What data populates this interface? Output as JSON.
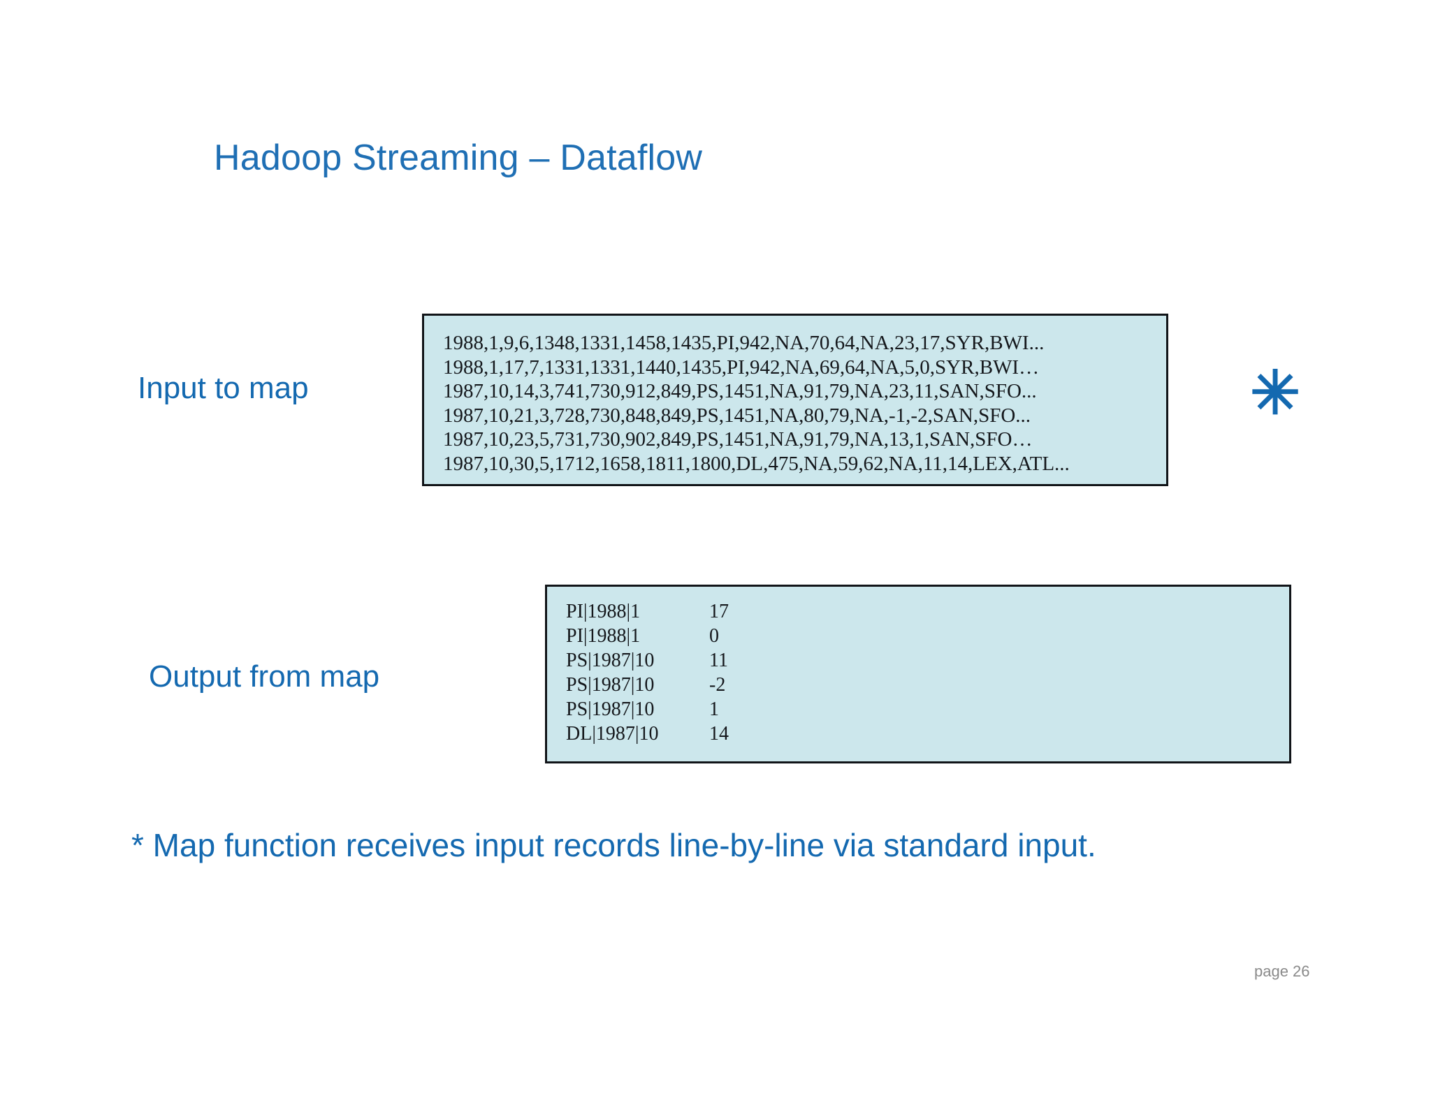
{
  "slide": {
    "title": "Hadoop Streaming – Dataflow",
    "page_label": "page 26",
    "background_color": "#ffffff",
    "accent_color": "#1469B0",
    "box_fill_color": "#CCE7EC",
    "box_border_color": "#111418"
  },
  "labels": {
    "input_to_map": "Input to map",
    "output_from_map": "Output from map"
  },
  "marker": {
    "asterisk": "✳",
    "icon_name": "asterisk-icon"
  },
  "input_box": {
    "lines": [
      "1988,1,9,6,1348,1331,1458,1435,PI,942,NA,70,64,NA,23,17,SYR,BWI...",
      "1988,1,17,7,1331,1331,1440,1435,PI,942,NA,69,64,NA,5,0,SYR,BWI…",
      "1987,10,14,3,741,730,912,849,PS,1451,NA,91,79,NA,23,11,SAN,SFO...",
      "1987,10,21,3,728,730,848,849,PS,1451,NA,80,79,NA,-1,-2,SAN,SFO...",
      "1987,10,23,5,731,730,902,849,PS,1451,NA,91,79,NA,13,1,SAN,SFO…",
      "1987,10,30,5,1712,1658,1811,1800,DL,475,NA,59,62,NA,11,14,LEX,ATL..."
    ]
  },
  "output_box": {
    "rows": [
      {
        "key": "PI|1988|1",
        "value": "17"
      },
      {
        "key": "PI|1988|1",
        "value": "0"
      },
      {
        "key": "PS|1987|10",
        "value": "11"
      },
      {
        "key": "PS|1987|10",
        "value": "-2"
      },
      {
        "key": "PS|1987|10",
        "value": "1"
      },
      {
        "key": "DL|1987|10",
        "value": "14"
      }
    ]
  },
  "footnote": {
    "text": "* Map function receives input records line-by-line via standard input."
  }
}
